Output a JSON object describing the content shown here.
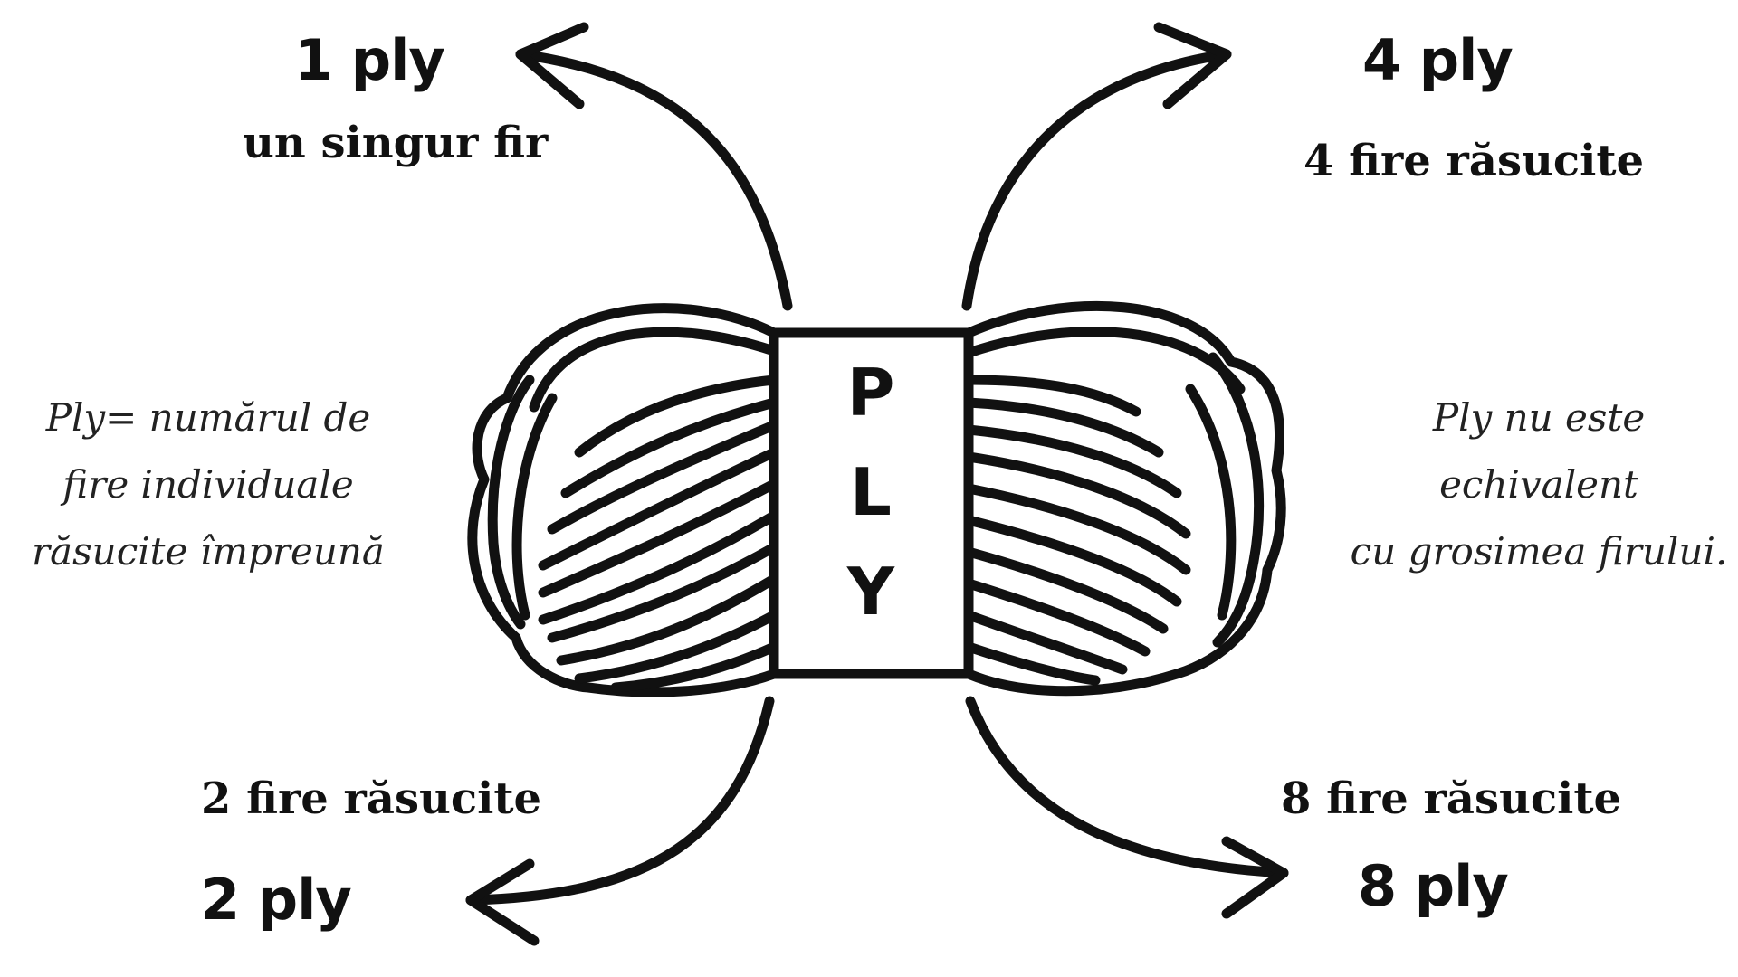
{
  "top_left": {
    "ply": "1 ply",
    "desc": "un singur fir"
  },
  "top_right": {
    "ply": "4 ply",
    "desc": "4 fire răsucite"
  },
  "bottom_left": {
    "ply": "2 ply",
    "desc": "2 fire răsucite"
  },
  "bottom_right": {
    "ply": "8 ply",
    "desc": "8 fire răsucite"
  },
  "left_note": {
    "lines": [
      "Ply= numărul de",
      "fire individuale",
      "răsucite împreună"
    ]
  },
  "right_note": {
    "lines": [
      "Ply nu este",
      "echivalent",
      "cu grosimea  firului."
    ]
  },
  "label_band": {
    "letters": [
      "P",
      "L",
      "Y"
    ]
  },
  "icons": [
    "yarn-ball-icon",
    "arrow-icon"
  ],
  "colors": {
    "ink": "#111111",
    "background": "#ffffff"
  }
}
